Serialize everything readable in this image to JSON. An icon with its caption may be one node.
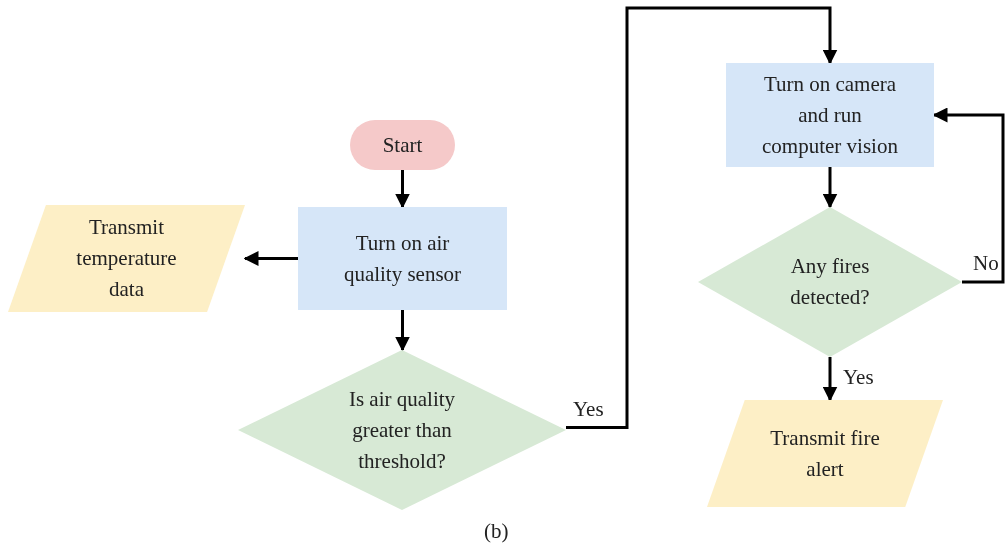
{
  "diagram": {
    "caption": "(b)",
    "nodes": [
      {
        "text": [
          "Start"
        ]
      },
      {
        "text": [
          "Turn on air quality sensor"
        ]
      },
      {
        "text": [
          "Transmit temperature data"
        ]
      },
      {
        "text": [
          "Is air quality greater than threshold?"
        ]
      },
      {
        "text": [
          "Turn on camera and run computer vision"
        ]
      },
      {
        "text": [
          "Any fires detected?"
        ]
      },
      {
        "text": [
          "Transmit fire alert"
        ]
      }
    ],
    "edges": [
      {
        "from": 0,
        "to": 1,
        "arrow": "to"
      },
      {
        "from": 1,
        "to": 2,
        "arrow": "to"
      },
      {
        "from": 1,
        "to": 3,
        "arrow": "to"
      },
      {
        "from": 3,
        "to": 4,
        "arrow": "to",
        "label": "Yes"
      },
      {
        "from": 4,
        "to": 5,
        "arrow": "to"
      },
      {
        "from": 5,
        "to": 4,
        "arrow": "to",
        "label": "No"
      },
      {
        "from": 5,
        "to": 6,
        "arrow": "to",
        "label": "Yes"
      }
    ]
  }
}
